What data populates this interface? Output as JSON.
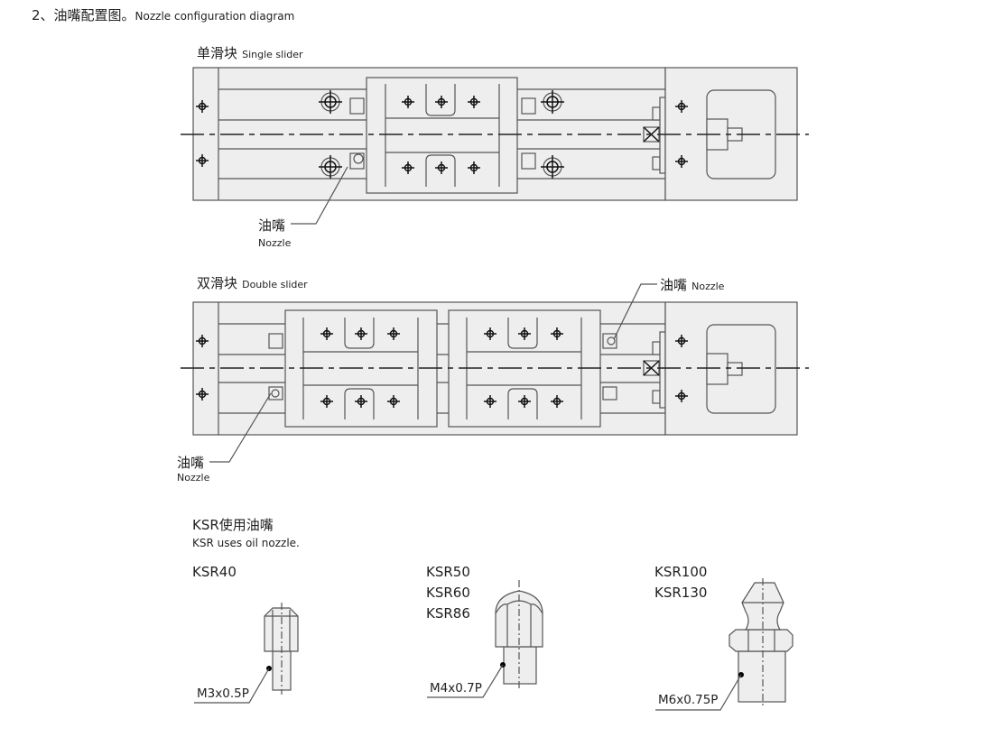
{
  "title": {
    "zh": "2、油嘴配置图。",
    "en": "Nozzle configuration diagram"
  },
  "single": {
    "zh": "单滑块",
    "en": "Single slider",
    "nozzle_zh": "油嘴",
    "nozzle_en": "Nozzle"
  },
  "double": {
    "zh": "双滑块",
    "en": "Double slider",
    "nozzle_zh": "油嘴",
    "nozzle_en": "Nozzle",
    "nozzle2_zh": "油嘴",
    "nozzle2_en": "Nozzle"
  },
  "ksr": {
    "zh": "KSR使用油嘴",
    "en": "KSR uses oil nozzle.",
    "groups": [
      {
        "models": [
          "KSR40"
        ],
        "thread": "M3x0.5P"
      },
      {
        "models": [
          "KSR50",
          "KSR60",
          "KSR86"
        ],
        "thread": "M4x0.7P"
      },
      {
        "models": [
          "KSR100",
          "KSR130"
        ],
        "thread": "M6x0.75P"
      }
    ]
  }
}
